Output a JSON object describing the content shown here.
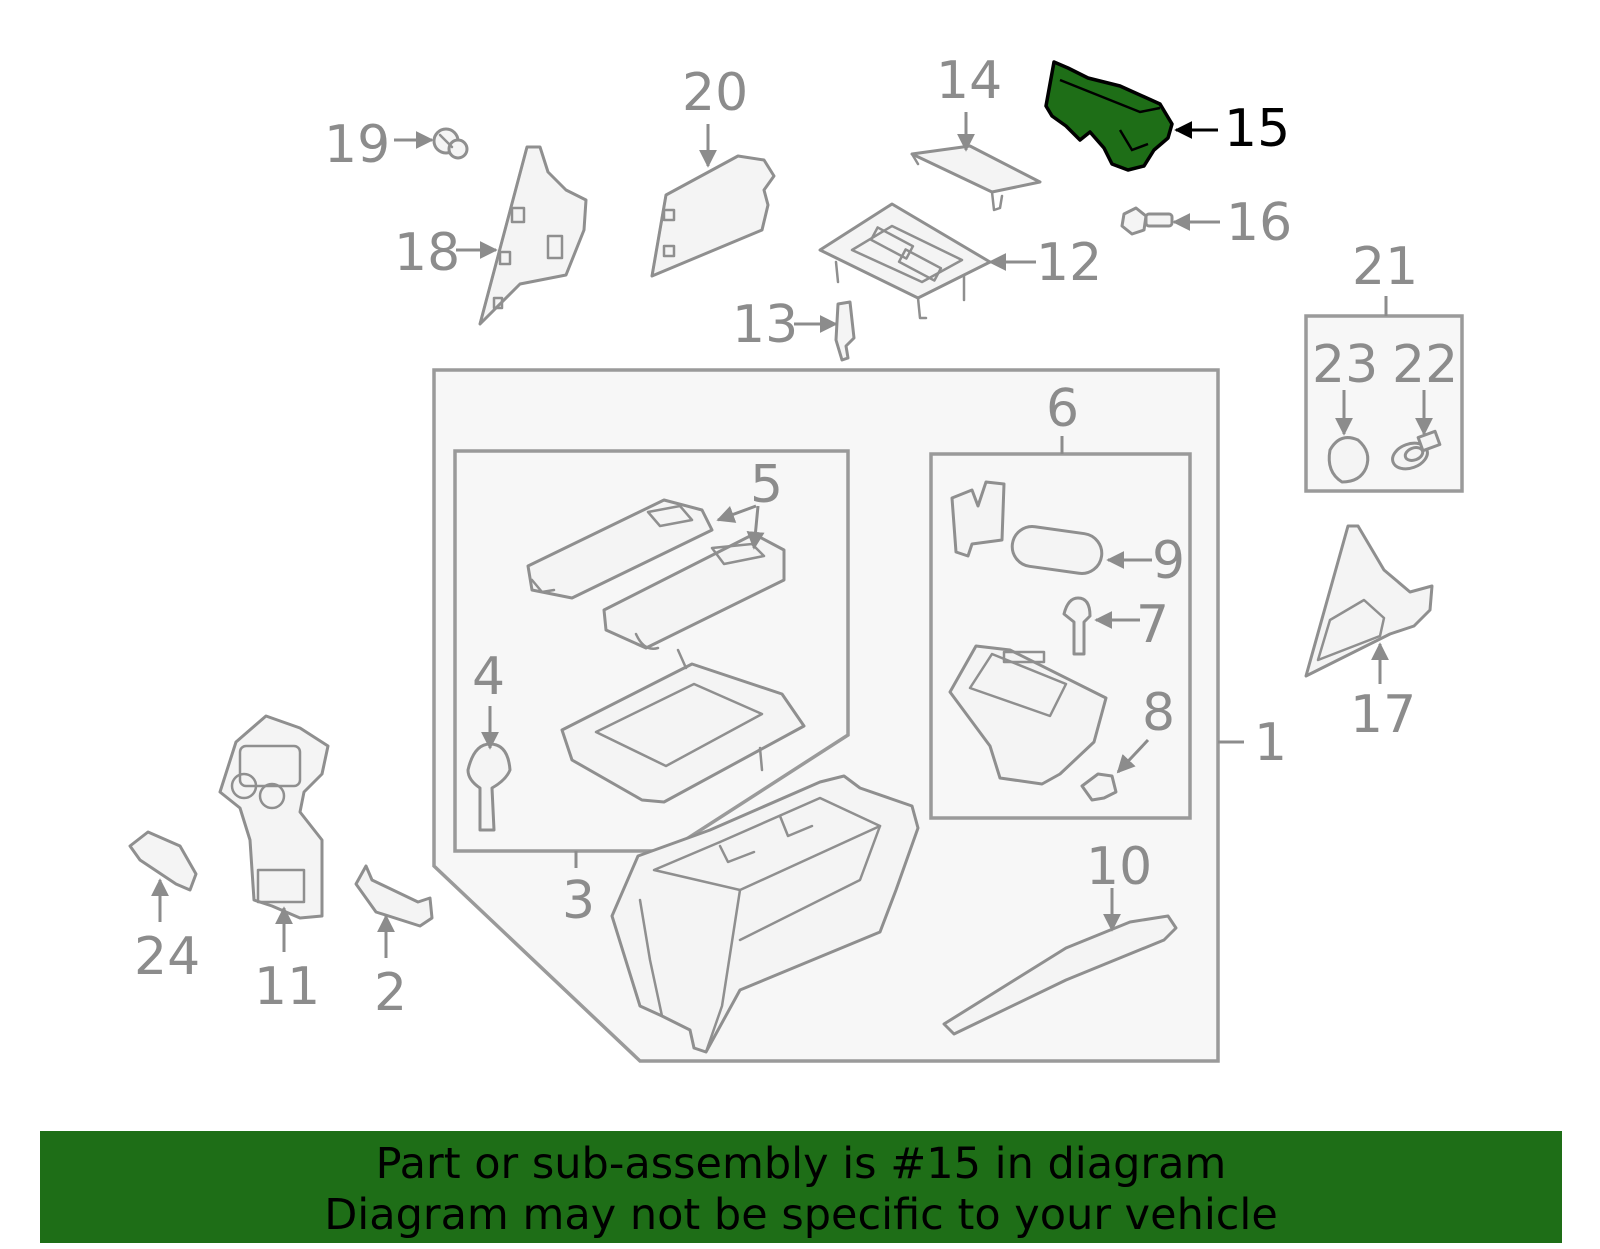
{
  "diagram": {
    "highlighted_callout": "15",
    "highlight_color": "#1e6e17",
    "line_color": "#8f8f8f",
    "callouts": {
      "c1": "1",
      "c2": "2",
      "c3": "3",
      "c4": "4",
      "c5": "5",
      "c6": "6",
      "c7": "7",
      "c8": "8",
      "c9": "9",
      "c10": "10",
      "c11": "11",
      "c12": "12",
      "c13": "13",
      "c14": "14",
      "c15": "15",
      "c16": "16",
      "c17": "17",
      "c18": "18",
      "c19": "19",
      "c20": "20",
      "c21": "21",
      "c22": "22",
      "c23": "23",
      "c24": "24"
    }
  },
  "banner": {
    "line1": "Part or sub-assembly is #15 in diagram",
    "line2": "Diagram may not be specific to your vehicle",
    "background": "#1e6e17"
  }
}
